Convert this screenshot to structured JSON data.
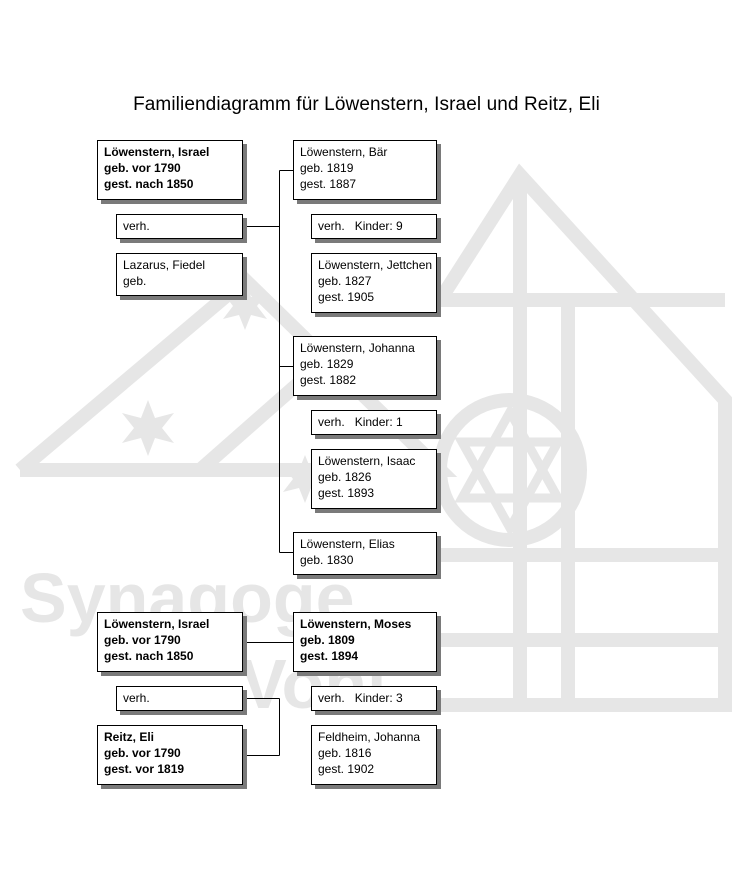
{
  "title": "Familiendiagramm für Löwenstern, Israel und Reitz, Eli",
  "watermark": {
    "text_line1": "Synagoge",
    "text_line2": "Vohl",
    "color": "#e6e6e6"
  },
  "diagram1": {
    "parent": {
      "name": "Löwenstern, Israel",
      "born": "geb. vor 1790",
      "died": "gest. nach 1850"
    },
    "marriage_label": "verh.",
    "spouse": {
      "name": "Lazarus, Fiedel",
      "born": "geb."
    },
    "children": [
      {
        "name": "Löwenstern, Bär",
        "born": "geb. 1819",
        "died": "gest. 1887",
        "marriage": {
          "label": "verh.",
          "kinder": "Kinder: 9"
        },
        "spouse": {
          "name": "Löwenstern, Jettchen",
          "born": "geb. 1827",
          "died": "gest. 1905"
        }
      },
      {
        "name": "Löwenstern, Johanna",
        "born": "geb. 1829",
        "died": "gest. 1882",
        "marriage": {
          "label": "verh.",
          "kinder": "Kinder: 1"
        },
        "spouse": {
          "name": "Löwenstern, Isaac",
          "born": "geb. 1826",
          "died": "gest. 1893"
        }
      },
      {
        "name": "Löwenstern, Elias",
        "born": "geb. 1830"
      }
    ]
  },
  "diagram2": {
    "parent": {
      "name": "Löwenstern, Israel",
      "born": "geb. vor 1790",
      "died": "gest. nach 1850"
    },
    "marriage_label": "verh.",
    "spouse": {
      "name": "Reitz, Eli",
      "born": "geb. vor 1790",
      "died": "gest. vor 1819"
    },
    "child": {
      "name": "Löwenstern, Moses",
      "born": "geb. 1809",
      "died": "gest. 1894",
      "marriage": {
        "label": "verh.",
        "kinder": "Kinder: 3"
      },
      "spouse": {
        "name": "Feldheim, Johanna",
        "born": "geb. 1816",
        "died": "gest. 1902"
      }
    }
  }
}
